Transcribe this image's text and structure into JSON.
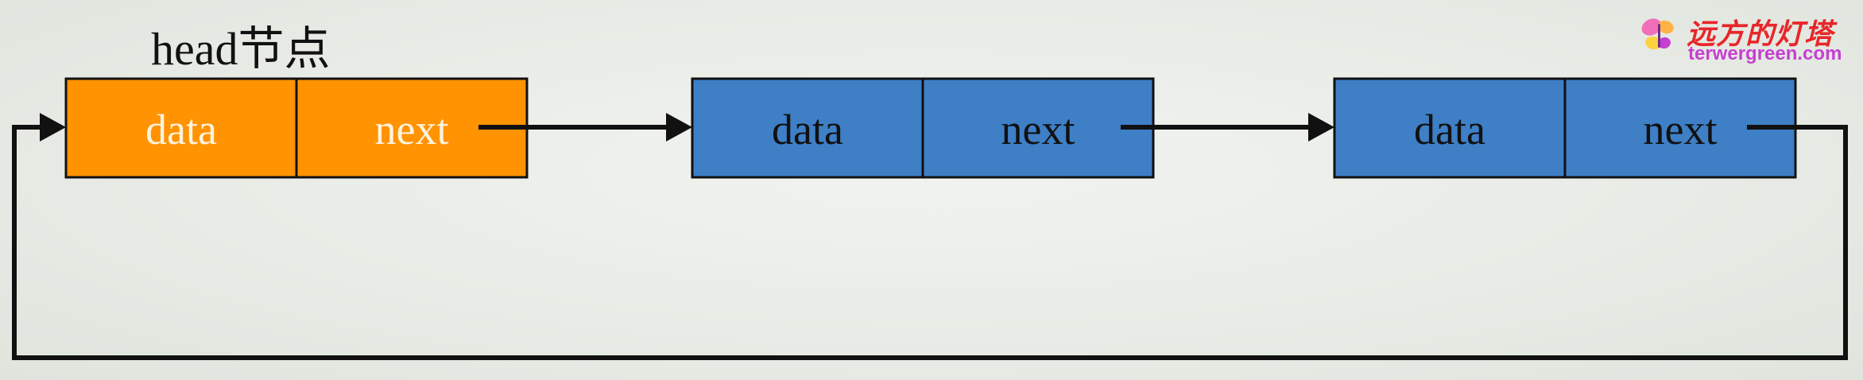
{
  "head_label": "head节点",
  "logo": {
    "text_cn": "远方的灯塔",
    "url": "terwergreen.com"
  },
  "colors": {
    "head_fill": "#FF9302",
    "node_fill": "#3E7FC6",
    "stroke": "#111111",
    "head_text": "#FFF3DE",
    "node_text": "#111111"
  },
  "nodes": [
    {
      "data_label": "data",
      "next_label": "next",
      "kind": "head"
    },
    {
      "data_label": "data",
      "next_label": "next",
      "kind": "normal"
    },
    {
      "data_label": "data",
      "next_label": "next",
      "kind": "normal"
    }
  ]
}
